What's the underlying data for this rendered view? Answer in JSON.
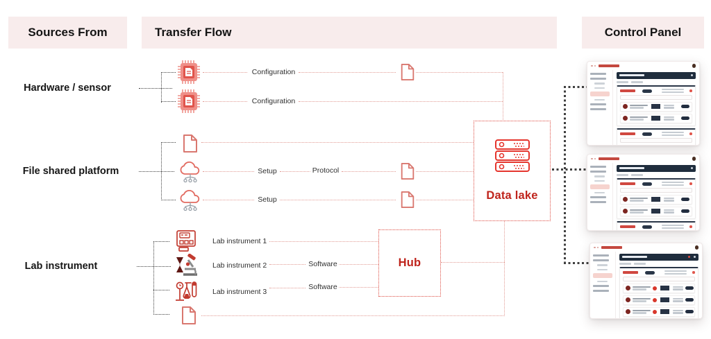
{
  "headers": {
    "sources": "Sources From",
    "transfer": "Transfer Flow",
    "control": "Control Panel"
  },
  "source_groups": [
    {
      "label": "Hardware / sensor"
    },
    {
      "label": "File shared platform"
    },
    {
      "label": "Lab instrument"
    }
  ],
  "flow_labels": {
    "configuration_1": "Configuration",
    "configuration_2": "Configuration",
    "setup_1": "Setup",
    "protocol": "Protocol",
    "setup_2": "Setup",
    "lab_instrument_1": "Lab instrument 1",
    "lab_instrument_2": "Lab instrument 2",
    "lab_instrument_3": "Lab instrument 3",
    "software_1": "Software",
    "software_2": "Software"
  },
  "nodes": {
    "hub": "Hub",
    "data_lake": "Data lake"
  },
  "icons": {
    "hardware": "cpu-chip-icon",
    "file_platform": "cloud-network-icon",
    "document": "document-icon",
    "lab_1": "analyzer-machine-icon",
    "lab_2": "microscope-icon",
    "lab_3": "lab-glassware-icon",
    "data_lake": "server-stack-icon"
  },
  "colors": {
    "accent_red": "#bf241c",
    "icon_red": "#d6544b",
    "line_red": "#e29b94",
    "line_black": "#3f3f3f",
    "banner_bg": "#f8ecec",
    "panel_navy": "#1f2d3d"
  },
  "control_panels": [
    {
      "name": "control-panel-screenshot-1",
      "header_accent": false,
      "accent_rows": false,
      "cards": [
        {
          "rows": 2
        },
        {
          "rows": 1
        }
      ]
    },
    {
      "name": "control-panel-screenshot-2",
      "header_accent": false,
      "accent_rows": false,
      "cards": [
        {
          "rows": 2
        },
        {
          "rows": 1
        }
      ]
    },
    {
      "name": "control-panel-screenshot-3",
      "header_accent": true,
      "accent_rows": true,
      "cards": [
        {
          "rows": 3
        },
        {
          "rows": 0
        }
      ]
    }
  ]
}
